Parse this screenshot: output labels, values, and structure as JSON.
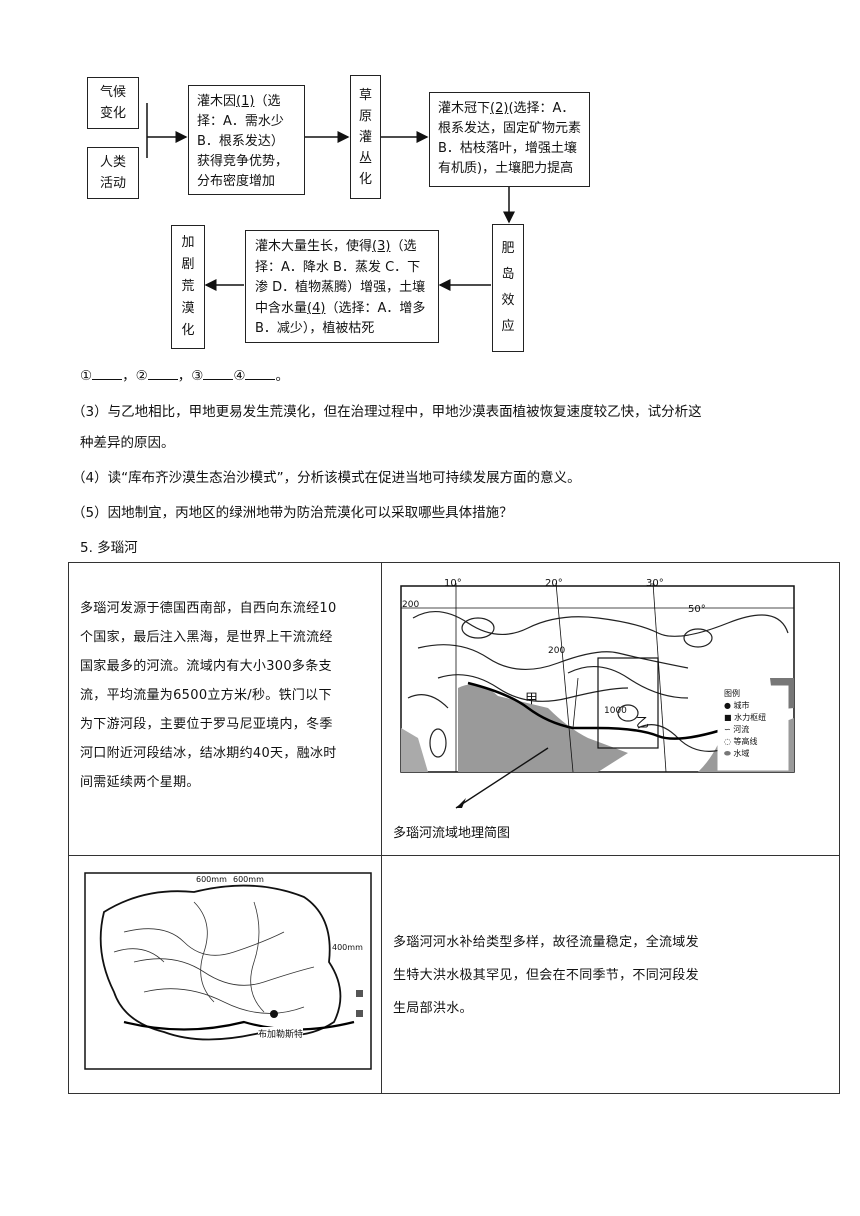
{
  "diagram": {
    "climate": "气候\n变化",
    "human": "人类\n活动",
    "shrub_reason_prefix": "灌木因",
    "blank1": "(1)",
    "shrub_reason_options": "（选择：A．需水少 B．根系发达）获得竞争优势，分布密度增加",
    "grassland": "草原灌丛化",
    "canopy_prefix": "灌木冠下",
    "blank2": "(2)",
    "canopy_options": "(选择：A．根系发达，固定矿物元素 B．枯枝落叶，增强土壤有机质)，土壤肥力提高",
    "fertile_island": "肥岛效应",
    "growth_prefix": "灌木大量生长，使得",
    "blank3": "(3)",
    "growth_options_a": "（选择：A．降水 B．蒸发 C．下渗 D．植物蒸腾）增强，土壤中含水量",
    "blank4": "(4)",
    "growth_options_b": "（选择：A．增多 B．减少），植被枯死",
    "desertify": "加剧荒漠化"
  },
  "answers_line": {
    "c1": "①",
    "sep1": "，②",
    "sep2": "，③",
    "sep3": "④",
    "end": "。"
  },
  "questions": {
    "q3_l1": "（3）与乙地相比，甲地更易发生荒漠化，但在治理过程中，甲地沙漠表面植被恢复速度较乙快，试分析这",
    "q3_l2": "种差异的原因。",
    "q4": "（4）读“库布齐沙漠生态治沙模式”，分析该模式在促进当地可持续发展方面的意义。",
    "q5": "（5）因地制宜，丙地区的绿洲地带为防治荒漠化可以采取哪些具体措施？",
    "section5": "5. 多瑙河"
  },
  "table": {
    "intro": [
      "多瑙河发源于德国西南部，自西向东流经10",
      "个国家，最后注入黑海，是世界上干流流经",
      "国家最多的河流。流域内有大小300多条支",
      "流，平均流量为6500立方米/秒。铁门以下",
      "为下游河段，主要位于罗马尼亚境内，冬季",
      "河口附近河段结冰，结冰期约40天，融冰时",
      "间需延续两个星期。"
    ],
    "map_caption": "多瑙河流域地理简图",
    "map_labels": {
      "lon10": "10°",
      "lon20": "20°",
      "lon30": "30°",
      "lat50": "50°",
      "c200a": "200",
      "c200b": "200",
      "c1000": "1000",
      "jia": "甲",
      "yi": "乙",
      "legend": "图例",
      "city": "城市",
      "hydro": "水力枢纽",
      "river": "河流",
      "contour": "等高线",
      "water": "水域"
    },
    "romania_labels": {
      "m600a": "600mm",
      "m600b": "600mm",
      "m400": "400mm",
      "buc": "布加勒斯特"
    },
    "floods": [
      "多瑙河河水补给类型多样，故径流量稳定，全流域发",
      "生特大洪水极其罕见，但会在不同季节，不同河段发",
      "生局部洪水。"
    ]
  }
}
